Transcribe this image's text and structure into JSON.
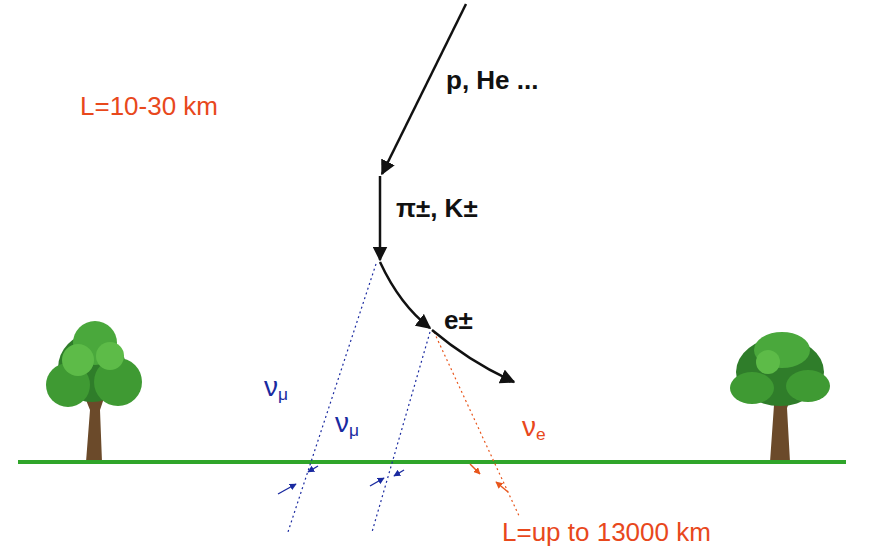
{
  "diagram": {
    "labels": [
      "p, He ...",
      "L=10-30 km",
      "π±, K±",
      "νμ",
      "νμ",
      "e±",
      "νe",
      "L=up to 13000 km"
    ]
  }
}
